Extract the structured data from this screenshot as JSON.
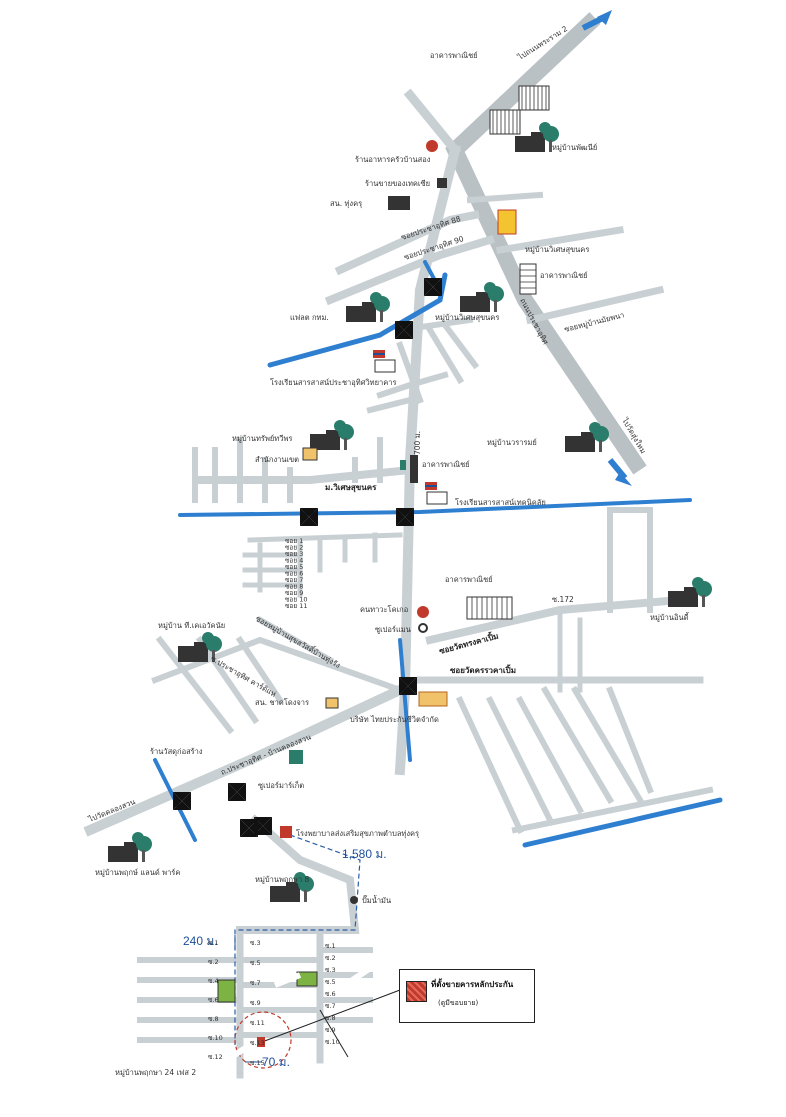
{
  "roads": {
    "rama2": "ไปถนนพระราม 2",
    "samut_prakan": "ไปวัดสุ่งใหม",
    "wat_khlong": "ไปวัดคลองสวน",
    "pracha_uthit_road": "ถนนประชาอุทิศ",
    "soi_88": "ซอยประชาอุทิศ 88",
    "soi_90": "ซอยประชาอุทิศ 90",
    "soi_moo_ban": "ซอยหมู่บ้านมัยพนา",
    "soi_thungkru": "ซอยวัดทรงคาเปิ้ม",
    "soi_thungkru2": "ซอยวัดครรวคาเปิ้ม",
    "soi_sansiri": "ซอยหมู่บ้านสุขสวัสดิ์บ้านทุ่งรัง",
    "soi_ban_khlong": "ถ.ประชาอุทิศ - บ้านคลองสวน",
    "soi_ban_khlong2": "ซ.ประชาอุทิศ คาร์ดิแห่",
    "soi_ratburana": "ม.วิเศษสุขนคร"
  },
  "places": {
    "arcade_top": "อาคารพาณิชย์",
    "arcade_mid": "อาคารพาณิชย์",
    "arcade_right": "อาคารพาณิชย์",
    "arcade_low": "อาคารพาณิชย์",
    "village_top": "หมู่บ้านพัฒนีย์",
    "restaurant": "ร้านอาหารครัวบ้านสอง",
    "shop": "ร้านขายของเทคเซีย",
    "police": "สน. ทุ่งครุ",
    "mall": "หมู่บ้านวิเศษสุขนคร",
    "village_wiset": "หมู่บ้านวิเศษสุขนคร",
    "flat": "แฟลต กทม.",
    "school_1": "โรงเรียนสารสาสน์ประชาอุทิศวิทยาคาร",
    "village_thawong": "หมู่บ้านทรัพย์ทวีพร",
    "office": "สำนักงานเขต",
    "village_warasin": "หมู่บ้านวรารมย์",
    "school_2": "โรงเรียนสารสาสน์เทคนิคลัย",
    "soi_172": "ซ.172",
    "village_right": "หมู่บ้านอินดี้",
    "restaurant_2": "คนทาวะโคเกอ",
    "hospital": "ซูเปอร์แมน",
    "village_tech": "หมู่บ้าน ที.เคเอวัคนัย",
    "police_2": "สน. ชาคโดงจาร",
    "company": "บริษัท ไทยประกันชีวิตจำกัด",
    "kindergarten": "ร้านวัสดุก่อสร้าง",
    "supermarket": "ซูเปอร์มาร์เก็ต",
    "fire_station": "โรงพยาบาลส่งเสริมสุขภาพตำบลทุ่งครุ",
    "village_park": "หมู่บ้านพฤกษ์ แลนด์ พาร์ค",
    "village_praksa": "หมู่บ้านพฤกษา 8",
    "gas": "ปั๊มน้ำมัน",
    "village_praksa24": "หมู่บ้านพฤกษา 24 เฟส 2"
  },
  "distances": {
    "d700": "700 ม.",
    "d1580": "1,580 ม.",
    "d240": "240 ม.",
    "d70": "70 ม."
  },
  "soi_left": [
    "ซ.1",
    "ซ.2",
    "ซ.4",
    "ซ.6",
    "ซ.8",
    "ซ.10",
    "ซ.12"
  ],
  "soi_mid": [
    "ซ.3",
    "ซ.5",
    "ซ.7",
    "ซ.9",
    "ซ.11",
    "ซ.13",
    "ซ.15"
  ],
  "soi_right": [
    "ซ.1",
    "ซ.2",
    "ซ.3",
    "ซ.5",
    "ซ.6",
    "ซ.7",
    "ซ.8",
    "ซ.9",
    "ซ.10"
  ],
  "soi_upper": [
    "ซอย 1",
    "ซอย 2",
    "ซอย 3",
    "ซอย 4",
    "ซอย 5",
    "ซอย 6",
    "ซอย 7",
    "ซอย 8",
    "ซอย 9",
    "ซอย 10",
    "ซอย 11"
  ],
  "legend": {
    "title": "ที่ตั้งขายคารหลักประกัน",
    "subtitle": "(ดูมีขอบยาย)"
  },
  "colors": {
    "road": "#c9d0d4",
    "canal": "#2f7fd1",
    "marker": "#c0392b",
    "route": "#2a5ea8"
  },
  "icons": [
    "arrow-icon",
    "building-icon",
    "tree-icon",
    "crossing-icon",
    "school-flag-icon",
    "hospital-icon",
    "marker-icon"
  ]
}
